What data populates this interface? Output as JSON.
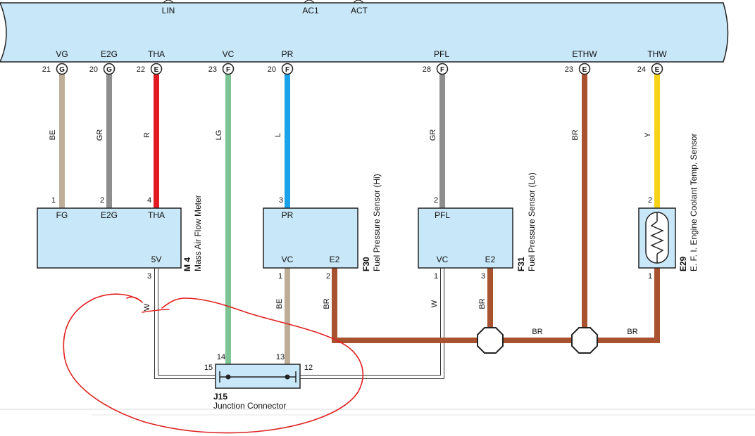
{
  "ecu": {
    "top_pins": [
      "LIN",
      "AC1",
      "ACT"
    ],
    "terminals": [
      {
        "name": "VG",
        "pin": "21",
        "conn": "G"
      },
      {
        "name": "E2G",
        "pin": "20",
        "conn": "G"
      },
      {
        "name": "THA",
        "pin": "22",
        "conn": "E"
      },
      {
        "name": "VC",
        "pin": "23",
        "conn": "F"
      },
      {
        "name": "PR",
        "pin": "20",
        "conn": "F"
      },
      {
        "name": "PFL",
        "pin": "28",
        "conn": "F"
      },
      {
        "name": "ETHW",
        "pin": "23",
        "conn": "E"
      },
      {
        "name": "THW",
        "pin": "24",
        "conn": "E"
      }
    ]
  },
  "wires": [
    {
      "color_code": "BE",
      "color": "#bfae97"
    },
    {
      "color_code": "GR",
      "color": "#8e8e8e"
    },
    {
      "color_code": "R",
      "color": "#e21a22"
    },
    {
      "color_code": "LG",
      "color": "#7dc495"
    },
    {
      "color_code": "L",
      "color": "#1aa3e8"
    },
    {
      "color_code": "GR",
      "color": "#8e8e8e"
    },
    {
      "color_code": "BR",
      "color": "#a8522f"
    },
    {
      "color_code": "Y",
      "color": "#f7d417"
    }
  ],
  "lower_wires": {
    "maf_5v": "W",
    "pr_vc": "BE",
    "pr_e2": "BR",
    "pfl_vc": "W",
    "pfl_e2": "BR",
    "ect_e2": "BR",
    "ground_bus_1": "BR",
    "ground_bus_2": "BR"
  },
  "components": {
    "maf": {
      "code": "M 4",
      "name": "Mass Air Flow Meter",
      "terminals": [
        "FG",
        "E2G",
        "THA",
        "5V"
      ],
      "pins": [
        "1",
        "2",
        "4",
        "3"
      ]
    },
    "fps_hi": {
      "code": "F30",
      "name": "Fuel Pressure Sensor (Hi)",
      "terminals": [
        "PR",
        "VC",
        "E2"
      ],
      "pins": [
        "3",
        "1",
        "2"
      ]
    },
    "fps_lo": {
      "code": "F31",
      "name": "Fuel Pressure Sensor (Lo)",
      "terminals": [
        "PFL",
        "VC",
        "E2"
      ],
      "pins": [
        "2",
        "1",
        "3"
      ]
    },
    "ect": {
      "code": "E29",
      "name": "E. F. I.  Engine Coolant Temp.  Sensor",
      "pins": [
        "2",
        "1"
      ]
    },
    "junction": {
      "code": "J15",
      "name": "Junction Connector",
      "pins": [
        "14",
        "13",
        "15",
        "12"
      ]
    }
  },
  "colors": {
    "ecu_fill": "#c8e7f8",
    "annotation": "#e02020"
  }
}
